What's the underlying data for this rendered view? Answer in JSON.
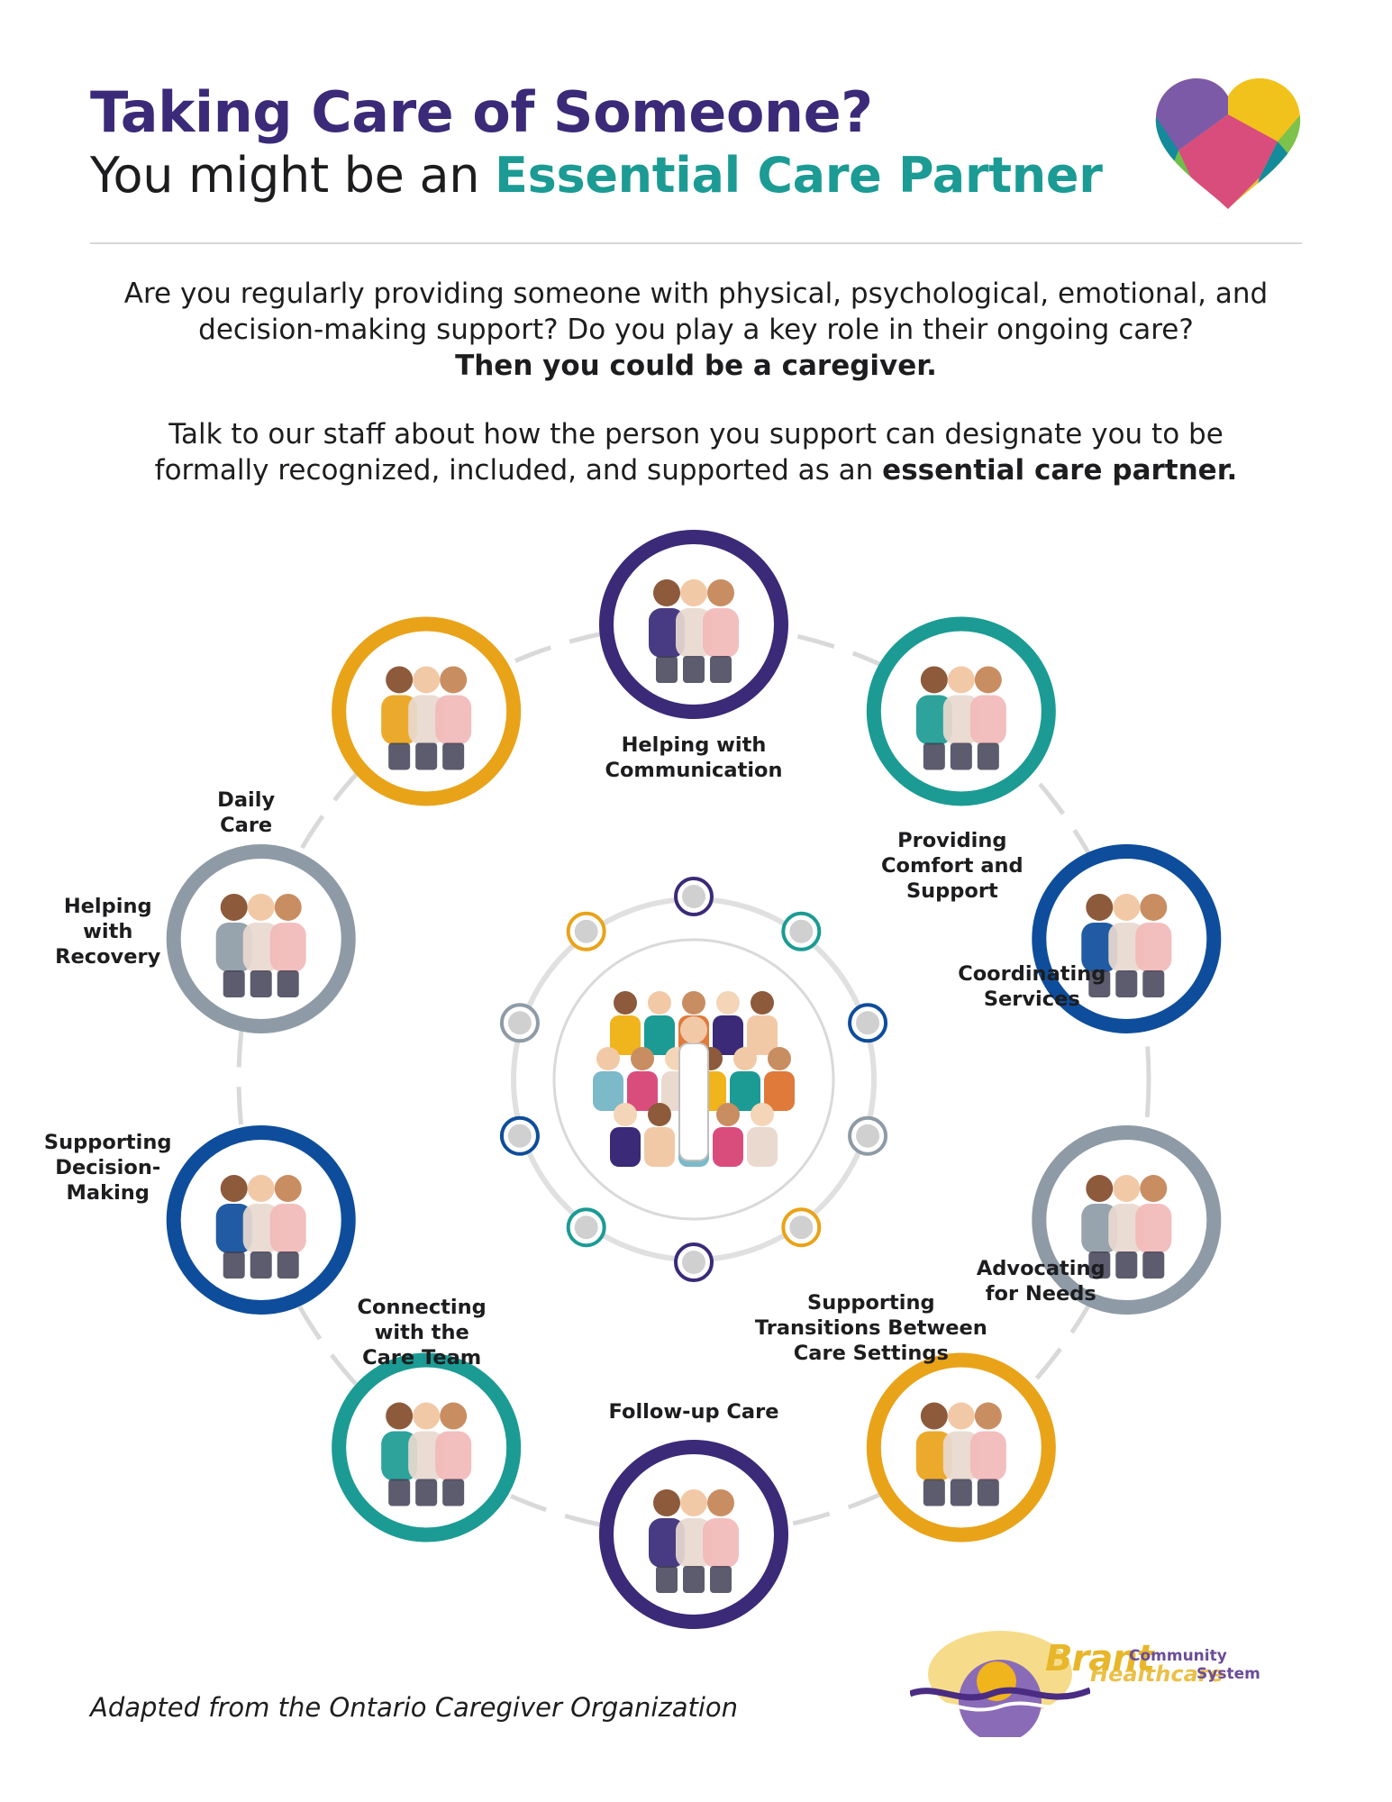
{
  "header": {
    "title": "Taking Care of Someone?",
    "subtitle_prefix": "You might be an ",
    "subtitle_highlight": "Essential Care Partner"
  },
  "intro": {
    "line1": "Are you regularly providing someone with physical, psychological, emotional, and",
    "line2": "decision-making support? Do you play a key role in their ongoing care?",
    "line3": "Then you could be a caregiver."
  },
  "cta": {
    "line1": "Talk to our staff about how the person you support can designate you to be",
    "line2_prefix": "formally recognized, included, and supported as an ",
    "line2_bold": "essential care partner."
  },
  "roles": [
    {
      "name": "helping-with-communication",
      "lines": [
        "Helping with",
        "Communication"
      ],
      "color": "#3a2a78"
    },
    {
      "name": "providing-comfort",
      "lines": [
        "Providing",
        "Comfort and",
        "Support"
      ],
      "color": "#1b9b94"
    },
    {
      "name": "coordinating-services",
      "lines": [
        "Coordinating",
        "Services"
      ],
      "color": "#0e4d9b"
    },
    {
      "name": "advocating-for-needs",
      "lines": [
        "Advocating",
        "for Needs"
      ],
      "color": "#8e9ba6"
    },
    {
      "name": "supporting-transitions",
      "lines": [
        "Supporting",
        "Transitions Between",
        "Care Settings"
      ],
      "color": "#e9a319"
    },
    {
      "name": "follow-up-care",
      "lines": [
        "Follow-up Care"
      ],
      "color": "#3a2a78"
    },
    {
      "name": "connecting-care-team",
      "lines": [
        "Connecting",
        "with the",
        "Care Team"
      ],
      "color": "#1b9b94"
    },
    {
      "name": "supporting-decision-making",
      "lines": [
        "Supporting",
        "Decision-",
        "Making"
      ],
      "color": "#0e4d9b"
    },
    {
      "name": "helping-with-recovery",
      "lines": [
        "Helping",
        "with",
        "Recovery"
      ],
      "color": "#8e9ba6"
    },
    {
      "name": "daily-care",
      "lines": [
        "Daily",
        "Care"
      ],
      "color": "#e9a319"
    }
  ],
  "colors": {
    "purple": "#3a2a78",
    "teal": "#1b9b94",
    "navy": "#0e4d9b",
    "gray": "#8e9ba6",
    "gold": "#e9a319",
    "connector": "#d9d9d9"
  },
  "footer": {
    "credit": "Adapted from the Ontario Caregiver Organization"
  },
  "logo": {
    "word1": "Brant",
    "word2": "Community",
    "word3": "Healthcare",
    "word4": "System"
  }
}
